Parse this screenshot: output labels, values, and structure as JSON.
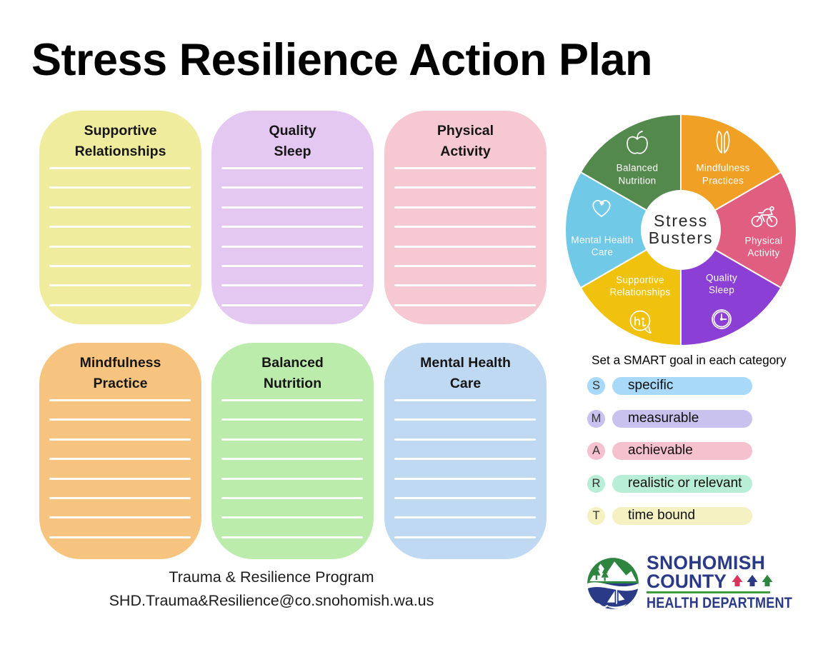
{
  "title": "Stress Resilience Action Plan",
  "lines_per_card": 8,
  "cards": [
    {
      "title_line1": "Supportive",
      "title_line2": "Relationships",
      "color": "#efec9d"
    },
    {
      "title_line1": "Quality",
      "title_line2": "Sleep",
      "color": "#e5c8f1"
    },
    {
      "title_line1": "Physical",
      "title_line2": "Activity",
      "color": "#f5c8d2"
    },
    {
      "title_line1": "Mindfulness",
      "title_line2": "Practice",
      "color": "#f7c47f"
    },
    {
      "title_line1": "Balanced",
      "title_line2": "Nutrition",
      "color": "#bcecab"
    },
    {
      "title_line1": "Mental Health",
      "title_line2": "Care",
      "color": "#bfd9f2"
    }
  ],
  "wheel": {
    "center_line1": "Stress",
    "center_line2": "Busters",
    "segments": [
      {
        "label_line1": "Mindfulness",
        "label_line2": "Practices",
        "color": "#f0a125",
        "icon": "praying-hands"
      },
      {
        "label_line1": "Physical",
        "label_line2": "Activity",
        "color": "#e05e80",
        "icon": "bicycle"
      },
      {
        "label_line1": "Quality",
        "label_line2": "Sleep",
        "color": "#8b3fd4",
        "icon": "clock"
      },
      {
        "label_line1": "Supportive",
        "label_line2": "Relationships",
        "color": "#f0c10d",
        "icon": "hi-speech-bubble"
      },
      {
        "label_line1": "Mental Health",
        "label_line2": "Care",
        "color": "#6fc9e7",
        "icon": "heart"
      },
      {
        "label_line1": "Balanced",
        "label_line2": "Nutrition",
        "color": "#54894d",
        "icon": "apple"
      }
    ]
  },
  "smart": {
    "heading": "Set a SMART goal in each category",
    "items": [
      {
        "letter": "S",
        "label": "specific",
        "color": "#a8d9f8"
      },
      {
        "letter": "M",
        "label": "measurable",
        "color": "#c9c1ee"
      },
      {
        "letter": "A",
        "label": "achievable",
        "color": "#f6c1ce"
      },
      {
        "letter": "R",
        "label": "realistic or relevant",
        "color": "#b8eed5"
      },
      {
        "letter": "T",
        "label": "time bound",
        "color": "#f5f1c2"
      }
    ]
  },
  "logo": {
    "county_line1": "SNOHOMISH",
    "county_line2": "COUNTY",
    "department": "HEALTH DEPARTMENT",
    "navy": "#2b3a87",
    "red": "#d8365d",
    "green": "#2e8540",
    "rule_green": "#3e9b3e"
  },
  "footer": {
    "line1": "Trauma & Resilience Program",
    "line2": "SHD.Trauma&Resilience@co.snohomish.wa.us"
  }
}
